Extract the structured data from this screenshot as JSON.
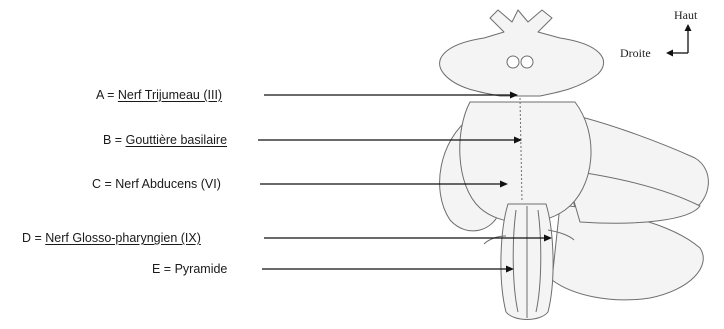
{
  "labels": [
    {
      "id": "A",
      "prefix": "A = ",
      "term": "Nerf Trijumeau (III)",
      "underlined": true
    },
    {
      "id": "B",
      "prefix": "B = ",
      "term": "Gouttière basilaire",
      "underlined": true
    },
    {
      "id": "C",
      "prefix": "C = ",
      "term": "Nerf Abducens (VI)",
      "underlined": false
    },
    {
      "id": "D",
      "prefix": "D = ",
      "term": "Nerf Glosso-pharyngien (IX)",
      "underlined": true
    },
    {
      "id": "E",
      "prefix": "E = ",
      "term": "Pyramide",
      "underlined": false
    }
  ],
  "orientation": {
    "up_label": "Haut",
    "right_label": "Droite"
  },
  "colors": {
    "text": "#1a1a1a",
    "leader_line": "#111111",
    "drawing_stroke": "#6e6e6e",
    "drawing_fill": "#f4f4f4"
  }
}
